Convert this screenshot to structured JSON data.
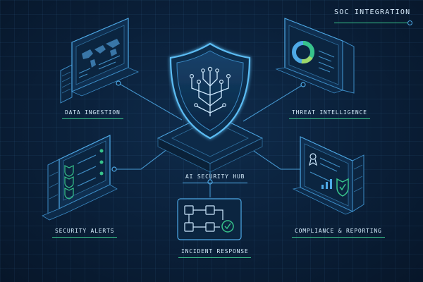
{
  "title": "SOC INTEGRATION",
  "hub": {
    "label": "AI SECURITY HUB"
  },
  "nodes": {
    "data_ingestion": "DATA INGESTION",
    "threat_intelligence": "THREAT INTELLIGENCE",
    "security_alerts": "SECURITY ALERTS",
    "compliance_reporting": "COMPLIANCE & REPORTING",
    "incident_response": "INCIDENT RESPONSE"
  },
  "colors": {
    "background": "#0a1f38",
    "line": "#4ea9e6",
    "accent_green": "#37c38b",
    "panel": "#10304f"
  },
  "donut_chart": {
    "segments": [
      0.55,
      0.2,
      0.15,
      0.1
    ],
    "colors": [
      "#4ea9e6",
      "#37c38b",
      "#9dd96a",
      "#2a5d8a"
    ]
  },
  "compliance_bars": [
    0.4,
    0.65,
    0.9
  ]
}
